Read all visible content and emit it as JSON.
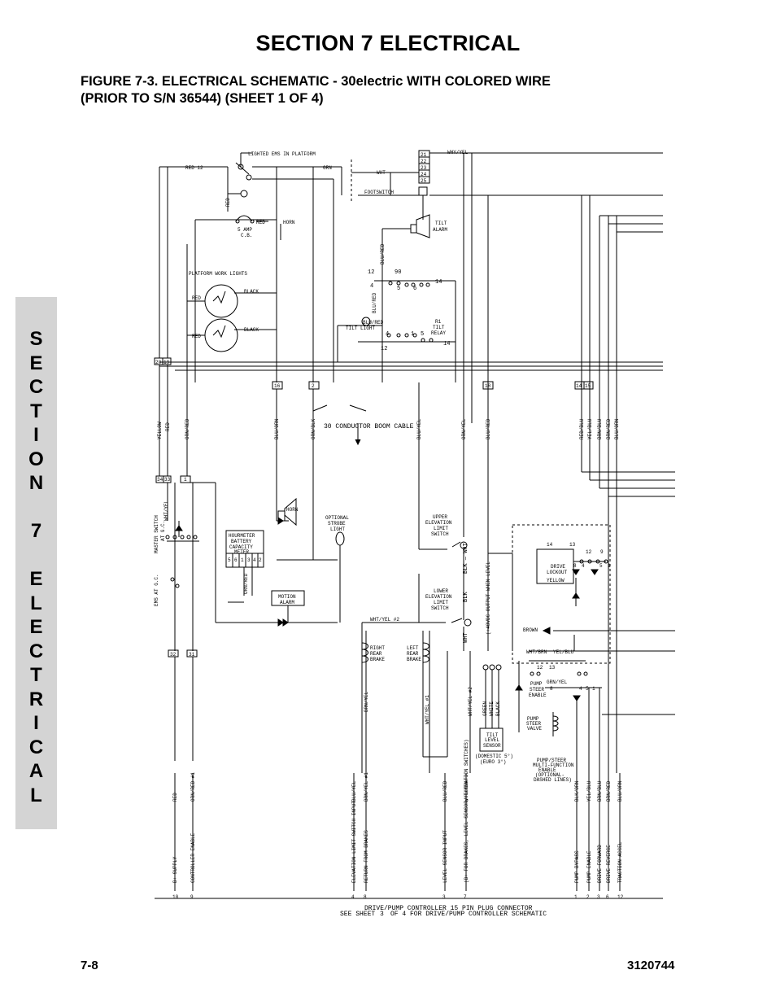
{
  "section_title": "SECTION 7  ELECTRICAL",
  "figure_title_line1": "FIGURE 7-3.   ELECTRICAL SCHEMATIC - 30electric WITH COLORED WIRE",
  "figure_title_line2": "(PRIOR TO S/N 36544) (SHEET 1 OF 4)",
  "side_tab": [
    "S",
    "E",
    "C",
    "T",
    "I",
    "O",
    "N",
    "",
    "7",
    "",
    "E",
    "L",
    "E",
    "C",
    "T",
    "R",
    "I",
    "C",
    "A",
    "L"
  ],
  "footer": {
    "page": "7-8",
    "doc_number": "3120744"
  },
  "schematic": {
    "top": {
      "lighted_ems": "LIGHTED EMS IN PLATFORM",
      "red12": "RED 12",
      "grn": "GRN",
      "wht": "WHT",
      "footswitch": "FOOTSWITCH",
      "why_yel": "WHY/YEL",
      "connector_pins": [
        "21",
        "22",
        "23",
        "24",
        "25"
      ],
      "red": "RED",
      "horn": "HORN",
      "five_amp": "5 AMP",
      "cb": "C.B.",
      "tilt_alarm_1": "TILT",
      "tilt_alarm_2": "ALARM",
      "blu_red": "BLU/RED",
      "platform_work_lights": "PLATFORM WORK LIGHTS",
      "black": "BLACK",
      "tilt_light": "TILT LIGHT",
      "r1": "R1",
      "tilt_relay_1": "TILT",
      "tilt_relay_2": "RELAY",
      "relay_pins_a": [
        "12",
        "90",
        "14",
        "4",
        "5",
        "6"
      ],
      "relay_pins_b": [
        "4",
        "1",
        "5",
        "12",
        "14"
      ]
    },
    "boom": {
      "conn_20_19": [
        "20",
        "19"
      ],
      "conn_16": "16",
      "conn_2": "2",
      "conn_18": "18",
      "conn_14_15": [
        "14",
        "15"
      ],
      "cable_label": "30 CONDUCTOR BOOM CABLE",
      "wires": [
        "YELLOW",
        "RED",
        "ORN/RED",
        "BLU/ORN",
        "ORN/BLK",
        "BLU/YEL",
        "ORN/YEL",
        "BLU/RED",
        "RED/BLU",
        "YEL/BLU",
        "BRN/BLU",
        "BRN/RED",
        "BLU/ORN"
      ]
    },
    "lower": {
      "conn_34_33": [
        "34",
        "33"
      ],
      "conn_1": "1",
      "master_switch": "MASTER SWITCH",
      "at_gc": "AT G.C.",
      "wht_yel": "WHT/YEL",
      "ems_at_gc": "EMS AT G.C.",
      "hourmeter_1": "HOURMETER",
      "hourmeter_2": "BATTERY",
      "hourmeter_3": "CAPACITY",
      "hourmeter_4": "METER",
      "hourmeter_pins": [
        "5",
        "6",
        "1",
        "3",
        "4",
        "2"
      ],
      "orn_red": "ORN/RED",
      "horn": "HORN",
      "motion_alarm_1": "MOTION",
      "motion_alarm_2": "ALARM",
      "optional_strobe_1": "OPTIONAL",
      "optional_strobe_2": "STROBE",
      "optional_strobe_3": "LIGHT",
      "upper_elev_1": "UPPER",
      "upper_elev_2": "ELEVATION",
      "upper_elev_3": "LIMIT",
      "upper_elev_4": "SWITCH",
      "lower_elev_1": "LOWER",
      "lower_elev_2": "ELEVATION",
      "lower_elev_3": "LIMIT",
      "lower_elev_4": "SWITCH",
      "wht_label": "WHT",
      "blk_label": "BLK",
      "blk_wht": "BLK — WHT",
      "output_note": "(+48VDC OUTPUT WHEN LEVEL",
      "wht_yel_2": "WHT/YEL #2",
      "right_rear_brake_1": "RIGHT",
      "right_rear_brake_2": "REAR",
      "right_rear_brake_3": "BRAKE",
      "left_rear_brake_1": "LEFT",
      "left_rear_brake_2": "REAR",
      "left_rear_brake_3": "BRAKE",
      "brn_yel": "BRN/YEL",
      "wht_yel_1": "WHT/YEL #1",
      "green_white_black": [
        "GREEN",
        "WHITE",
        "BLACK"
      ],
      "tilt_level_1": "TILT",
      "tilt_level_2": "LEVEL",
      "tilt_level_3": "SENSOR",
      "domestic": "(DOMESTIC 5°)",
      "euro": "(EURO 3°)",
      "drive_lockout_1": "DRIVE",
      "drive_lockout_2": "LOCKOUT",
      "yellow": "YELLOW",
      "brown": "BROWN",
      "wht_brn": "WHT/BRN",
      "yel_blu": "YEL/BLU",
      "pump_steer_enable_1": "PUMP",
      "pump_steer_enable_2": "STEER",
      "pump_steer_enable_3": "ENABLE",
      "grn_yel": "GRN/YEL",
      "pump_steer_valve_1": "PUMP",
      "pump_steer_valve_2": "STEER",
      "pump_steer_valve_3": "VALVE",
      "multi_1": "PUMP/STEER",
      "multi_2": "MULTI-FUNCTION",
      "multi_3": "ENABLE",
      "multi_4": "(OPTIONAL-",
      "multi_5": "DASHED LINES)",
      "c32": "32",
      "c31": "31",
      "relay_nums_1": [
        "14",
        "13",
        "12",
        "9",
        "8",
        "4",
        "5",
        "1"
      ],
      "relay_nums_2": [
        "12",
        "13",
        "8",
        "4",
        "5",
        "1"
      ]
    },
    "bottom_wires": [
      {
        "color": "RED",
        "function": "B+ SUPPLY",
        "pin": "10"
      },
      {
        "color": "ORN/RED #1",
        "function": "CONTROLLER ENABLE",
        "pin": "9"
      },
      {
        "color": "BLU/YEL",
        "function": "ELEVATION LIMIT SWITCH INPUT",
        "pin": "4"
      },
      {
        "color": "BRN/YEL #1",
        "function": "RETURN FROM BRAKES",
        "pin": "8"
      },
      {
        "color": "BLU/RED",
        "function": "LEVEL SENSOR INPUT",
        "pin": "3"
      },
      {
        "color": "WHT/YEL",
        "function": "(B+ FOR BRAKES, LEVEL SENSOR, ELEVATION SWITCHES)",
        "pin": "7"
      },
      {
        "color": "BLK/ORN",
        "function": "PUMP BYPASS",
        "pin": "1"
      },
      {
        "color": "YEL/BLU",
        "function": "PUMP ENABLE",
        "pin": "2"
      },
      {
        "color": "BRN/BLU",
        "function": "DRIVE FORWARD",
        "pin": "3"
      },
      {
        "color": "BRN/RED",
        "function": "DRIVE REVERSE",
        "pin": "6"
      },
      {
        "color": "BLU/ORN",
        "function": "TRACTION ACCEL",
        "pin": "12"
      }
    ],
    "connector_caption_1": "DRIVE/PUMP CONTROLLER 15 PIN PLUG CONNECTOR",
    "connector_caption_2a": "SEE SHEET",
    "connector_caption_2b": "3",
    "connector_caption_2c": "OF 4 FOR DRIVE/PUMP CONTROLLER SCHEMATIC"
  }
}
